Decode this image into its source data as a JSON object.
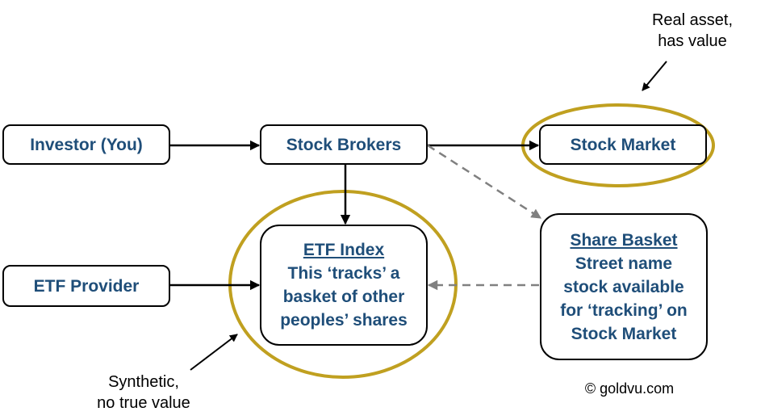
{
  "boxes": {
    "investor": "Investor (You)",
    "brokers": "Stock Brokers",
    "market": "Stock Market",
    "etf_provider": "ETF Provider",
    "etf_index": {
      "title": "ETF Index",
      "lines": [
        "This ‘tracks’ a",
        "basket of other",
        "peoples’ shares"
      ]
    },
    "share_basket": {
      "title": "Share Basket",
      "lines": [
        "Street name",
        "stock available",
        "for ‘tracking’ on",
        "Stock Market"
      ]
    }
  },
  "notes": {
    "real_asset": [
      "Real asset,",
      "has value"
    ],
    "synthetic": [
      "Synthetic,",
      "no true value"
    ],
    "copyright": "© goldvu.com"
  },
  "colors": {
    "box_text": "#1f4e79",
    "highlight_ellipse": "#c0a020",
    "dashed_arrow": "#808080",
    "solid_arrow": "#000000"
  }
}
